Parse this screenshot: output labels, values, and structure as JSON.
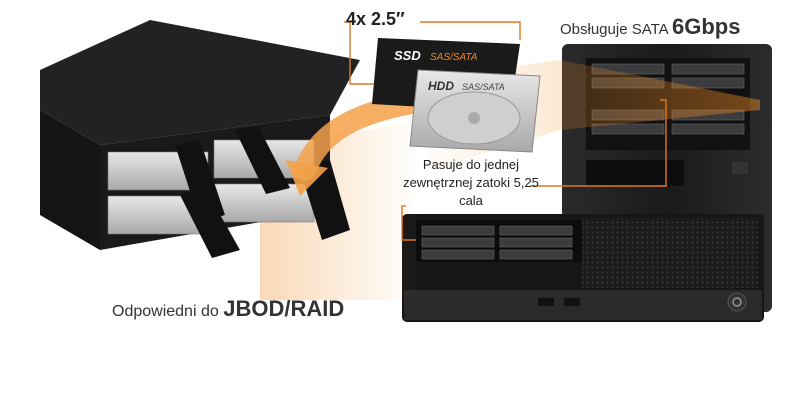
{
  "header": {
    "sata_prefix": "Obsługuje SATA",
    "sata_speed": "6Gbps"
  },
  "drives": {
    "count_label": "4x 2.5″",
    "ssd_label": "SSD",
    "ssd_iface": "SAS/SATA",
    "hdd_label": "HDD",
    "hdd_iface": "SAS/SATA"
  },
  "fit_note": "Pasuje do jednej zewnętrznej zatoki 5,25 cala",
  "footer": {
    "jbod_prefix": "Odpowiedni do",
    "jbod_suffix": "JBOD/RAID"
  },
  "colors": {
    "accent_orange": "#f08a24",
    "chassis_dark": "#1b1b1d",
    "bracket_line": "#e07820"
  }
}
